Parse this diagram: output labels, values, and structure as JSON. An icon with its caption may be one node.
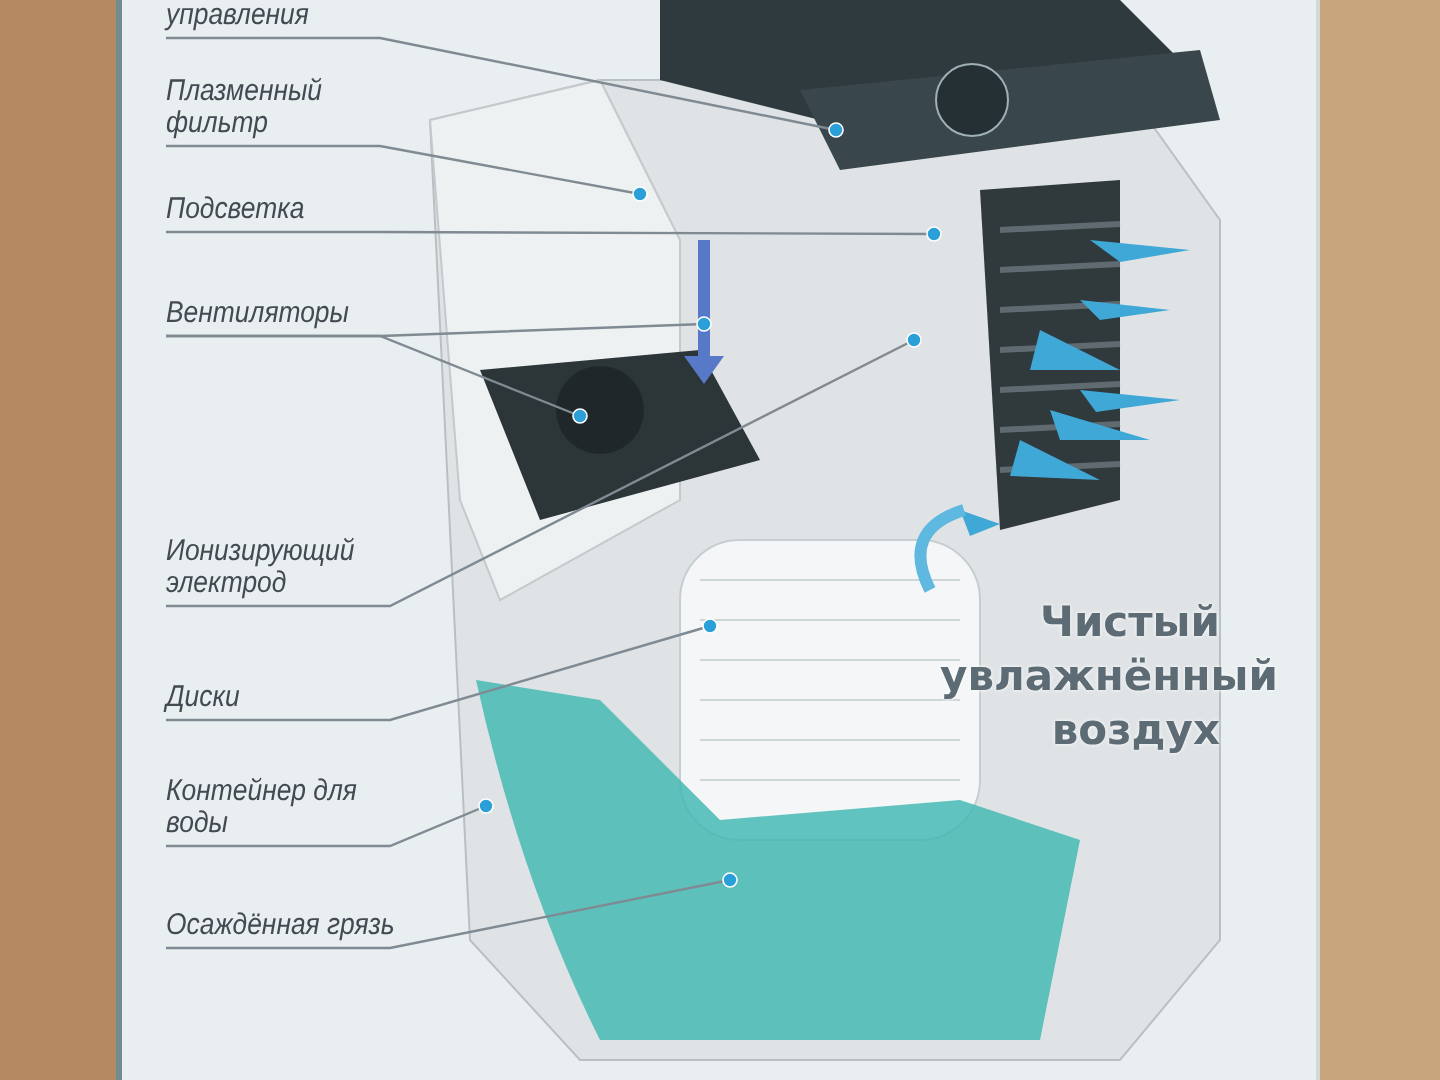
{
  "diagram": {
    "nodes": [
      {
        "text": [
          "управления"
        ]
      },
      {
        "text": [
          "Плазменный фильтр"
        ]
      },
      {
        "text": [
          "Подсветка"
        ]
      },
      {
        "text": [
          "Вентиляторы"
        ]
      },
      {
        "text": [
          "Ионизирующий электрод"
        ]
      },
      {
        "text": [
          "Диски"
        ]
      },
      {
        "text": [
          "Контейнер для воды"
        ]
      },
      {
        "text": [
          "Осаждённая грязь"
        ]
      }
    ],
    "edges": [
      {
        "from": 0,
        "to": null,
        "arrow": "other"
      },
      {
        "from": 1,
        "to": null,
        "arrow": "other"
      },
      {
        "from": 2,
        "to": null,
        "arrow": "other"
      },
      {
        "from": 3,
        "to": null,
        "arrow": "other"
      },
      {
        "from": 3,
        "to": null,
        "arrow": "other"
      },
      {
        "from": 4,
        "to": null,
        "arrow": "other"
      },
      {
        "from": 5,
        "to": null,
        "arrow": "other"
      },
      {
        "from": 6,
        "to": null,
        "arrow": "other"
      },
      {
        "from": 7,
        "to": null,
        "arrow": "other"
      }
    ],
    "labels": [
      "Чистый увлажнённый воздух"
    ]
  }
}
